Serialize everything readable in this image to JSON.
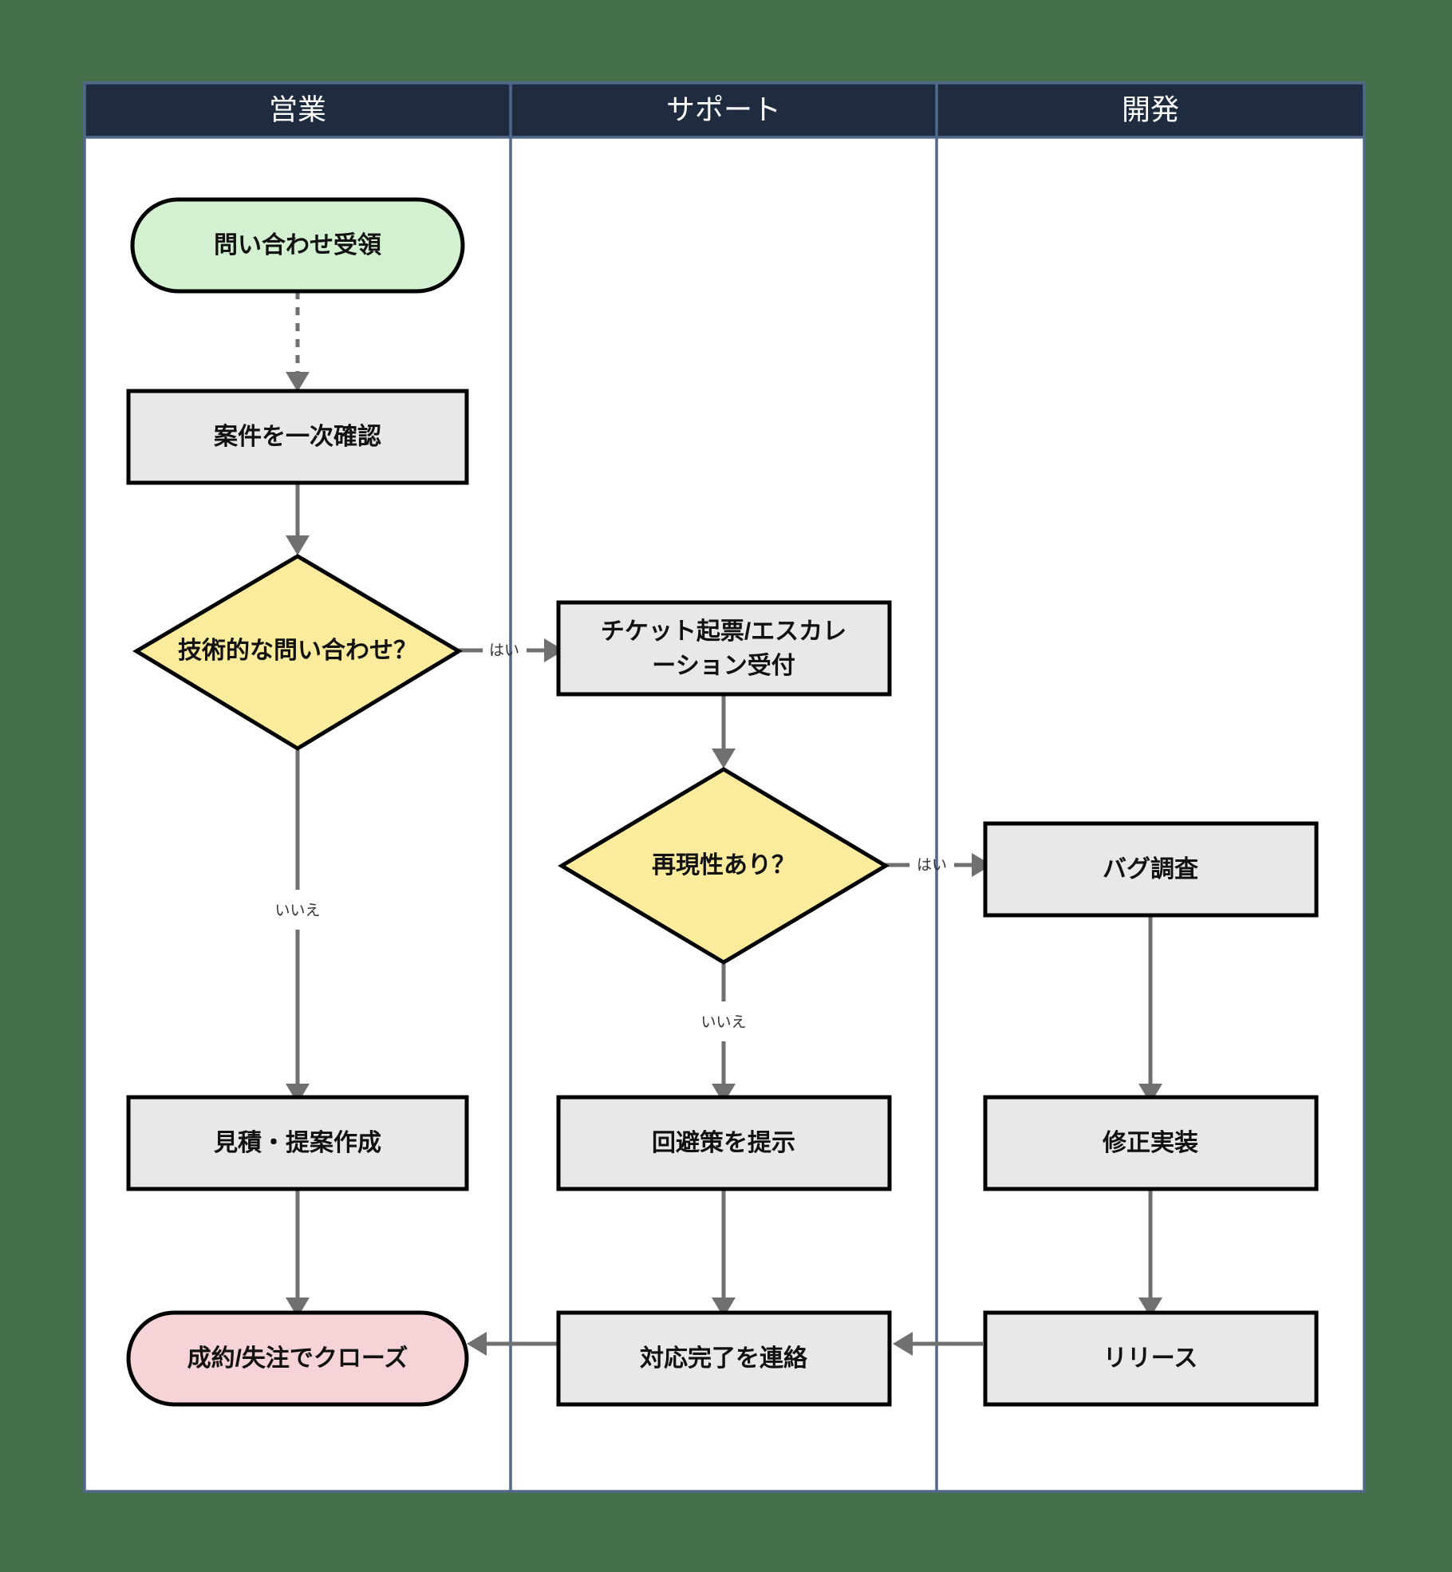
{
  "diagram": {
    "type": "swimlane-flowchart",
    "title": "",
    "background_color": "#46704c",
    "lane_header_color": "#1f2c40",
    "lane_header_text_color": "#ffffff",
    "lane_border_color": "#51688a",
    "lane_body_color": "#ffffff",
    "edge_color": "#707070",
    "node_border_color": "#000000"
  },
  "lanes": [
    {
      "id": "sales",
      "label": "営業"
    },
    {
      "id": "support",
      "label": "サポート"
    },
    {
      "id": "dev",
      "label": "開発"
    }
  ],
  "nodes": [
    {
      "id": "n1",
      "lane": "sales",
      "label": "問い合わせ受領",
      "shape": "stadium",
      "fill": "#d3f0d0"
    },
    {
      "id": "n2",
      "lane": "sales",
      "label": "案件を一次確認",
      "shape": "rect",
      "fill": "#e8e8e8"
    },
    {
      "id": "n3",
      "lane": "sales",
      "label": "技術的な問い合わせ？",
      "shape": "diamond",
      "fill": "#fbeb9c"
    },
    {
      "id": "n4",
      "lane": "support",
      "label_line1": "チケット起票/エスカレ",
      "label_line2": "ーション受付",
      "shape": "rect",
      "fill": "#e8e8e8"
    },
    {
      "id": "n5",
      "lane": "support",
      "label": "再現性あり？",
      "shape": "diamond",
      "fill": "#fbeb9c"
    },
    {
      "id": "n6",
      "lane": "dev",
      "label": "バグ調査",
      "shape": "rect",
      "fill": "#e8e8e8"
    },
    {
      "id": "n7",
      "lane": "sales",
      "label": "見積・提案作成",
      "shape": "rect",
      "fill": "#e8e8e8"
    },
    {
      "id": "n8",
      "lane": "support",
      "label": "回避策を提示",
      "shape": "rect",
      "fill": "#e8e8e8"
    },
    {
      "id": "n9",
      "lane": "dev",
      "label": "修正実装",
      "shape": "rect",
      "fill": "#e8e8e8"
    },
    {
      "id": "n10",
      "lane": "sales",
      "label": "成約/失注でクローズ",
      "shape": "stadium",
      "fill": "#f6d3d6"
    },
    {
      "id": "n11",
      "lane": "support",
      "label": "対応完了を連絡",
      "shape": "rect",
      "fill": "#e8e8e8"
    },
    {
      "id": "n12",
      "lane": "dev",
      "label": "リリース",
      "shape": "rect",
      "fill": "#e8e8e8"
    }
  ],
  "edges": [
    {
      "from": "n1",
      "to": "n2",
      "label": "",
      "style": "dashed"
    },
    {
      "from": "n2",
      "to": "n3",
      "label": "",
      "style": "solid"
    },
    {
      "from": "n3",
      "to": "n4",
      "label": "はい",
      "style": "solid"
    },
    {
      "from": "n3",
      "to": "n7",
      "label": "いいえ",
      "style": "solid"
    },
    {
      "from": "n4",
      "to": "n5",
      "label": "",
      "style": "solid"
    },
    {
      "from": "n5",
      "to": "n6",
      "label": "はい",
      "style": "solid"
    },
    {
      "from": "n5",
      "to": "n8",
      "label": "いいえ",
      "style": "solid"
    },
    {
      "from": "n6",
      "to": "n9",
      "label": "",
      "style": "solid"
    },
    {
      "from": "n7",
      "to": "n10",
      "label": "",
      "style": "solid"
    },
    {
      "from": "n8",
      "to": "n11",
      "label": "",
      "style": "solid"
    },
    {
      "from": "n9",
      "to": "n12",
      "label": "",
      "style": "solid"
    },
    {
      "from": "n12",
      "to": "n11",
      "label": "",
      "style": "solid"
    },
    {
      "from": "n11",
      "to": "n10",
      "label": "",
      "style": "solid"
    }
  ],
  "edge_labels": {
    "yes": "はい",
    "no": "いいえ"
  }
}
